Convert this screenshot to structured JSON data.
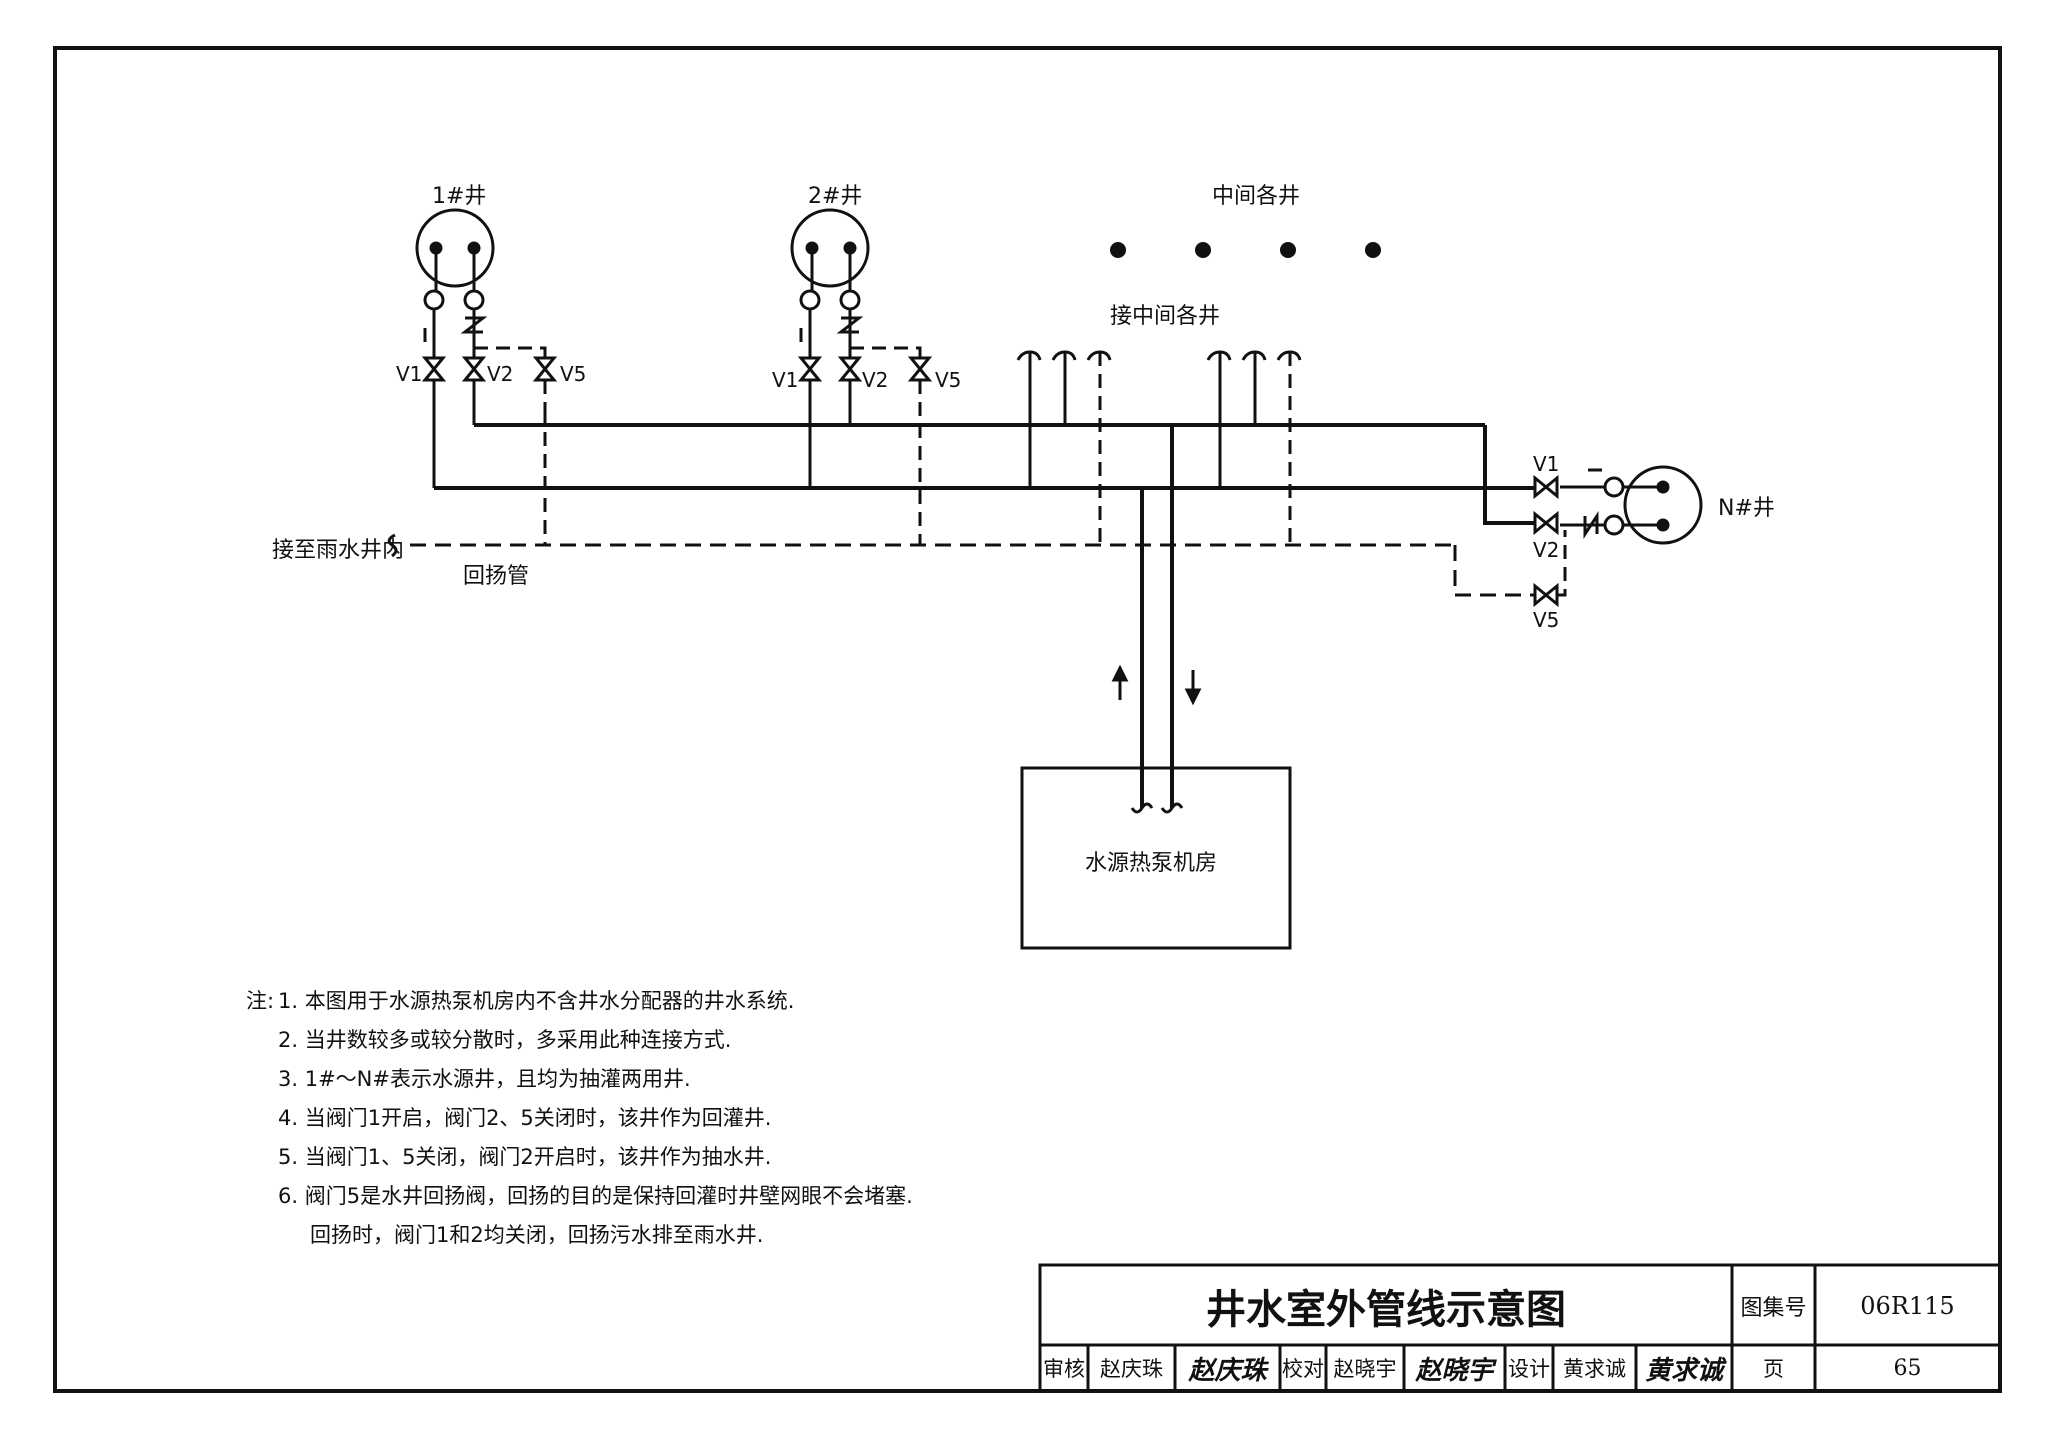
{
  "wells": {
    "well1": "1#井",
    "well2": "2#井",
    "middle": "中间各井",
    "wellN": "N#井",
    "connect_middle": "接中间各井"
  },
  "valves": {
    "v1": "V1",
    "v2": "V2",
    "v5": "V5"
  },
  "pipes": {
    "rain_connect": "接至雨水井内",
    "backwash": "回扬管"
  },
  "machine_room": "水源热泵机房",
  "notes": {
    "lead": "注:",
    "items": [
      "1. 本图用于水源热泵机房内不含井水分配器的井水系统.",
      "2. 当井数较多或较分散时，多采用此种连接方式.",
      "3. 1#～N#表示水源井，且均为抽灌两用井.",
      "4. 当阀门1开启，阀门2、5关闭时，该井作为回灌井.",
      "5. 当阀门1、5关闭，阀门2开启时，该井作为抽水井.",
      "6. 阀门5是水井回扬阀，回扬的目的是保持回灌时井壁网眼不会堵塞.",
      "回扬时，阀门1和2均关闭，回扬污水排至雨水井."
    ]
  },
  "title_block": {
    "title": "井水室外管线示意图",
    "atlas_label": "图集号",
    "atlas_no": "06R115",
    "review_label": "审核",
    "reviewer": "赵庆珠",
    "reviewer_sig": "赵庆珠",
    "check_label": "校对",
    "checker": "赵晓宇",
    "checker_sig": "赵晓宇",
    "design_label": "设计",
    "designer": "黄求诚",
    "designer_sig": "黄求诚",
    "page_label": "页",
    "page_no": "65"
  },
  "colors": {
    "ink": "#111111",
    "paper": "#ffffff"
  }
}
